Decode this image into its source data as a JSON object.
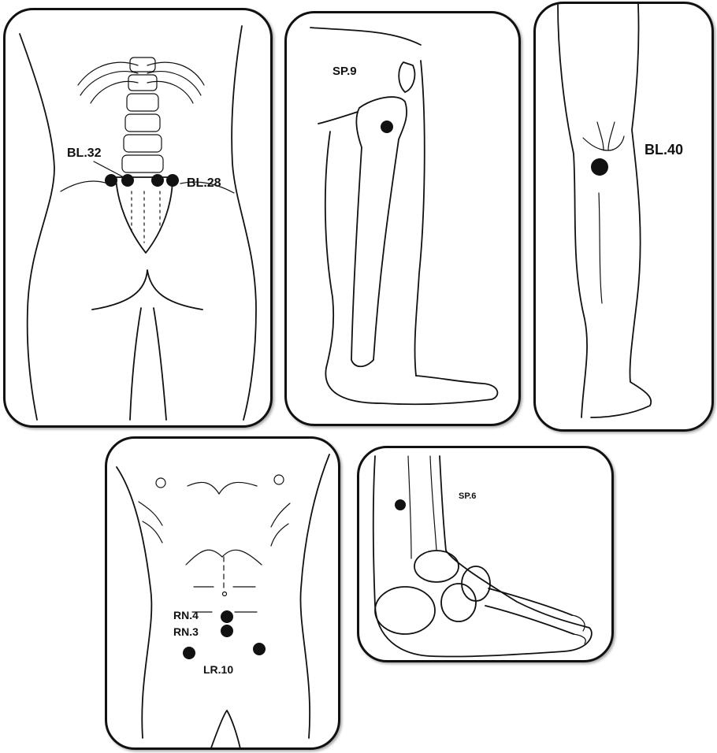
{
  "panels": {
    "back": {
      "labels": {
        "bl32": "BL.32",
        "bl28": "BL.28"
      }
    },
    "leg": {
      "labels": {
        "sp9": "SP.9"
      }
    },
    "knee": {
      "labels": {
        "bl40": "BL.40"
      }
    },
    "abdomen": {
      "labels": {
        "rn4": "RN.4",
        "rn3": "RN.3",
        "lr10": "LR.10"
      }
    },
    "foot": {
      "labels": {
        "sp6": "SP.6"
      }
    }
  },
  "colors": {
    "ink": "#111111",
    "panel_border": "#111111",
    "background": "#ffffff"
  }
}
